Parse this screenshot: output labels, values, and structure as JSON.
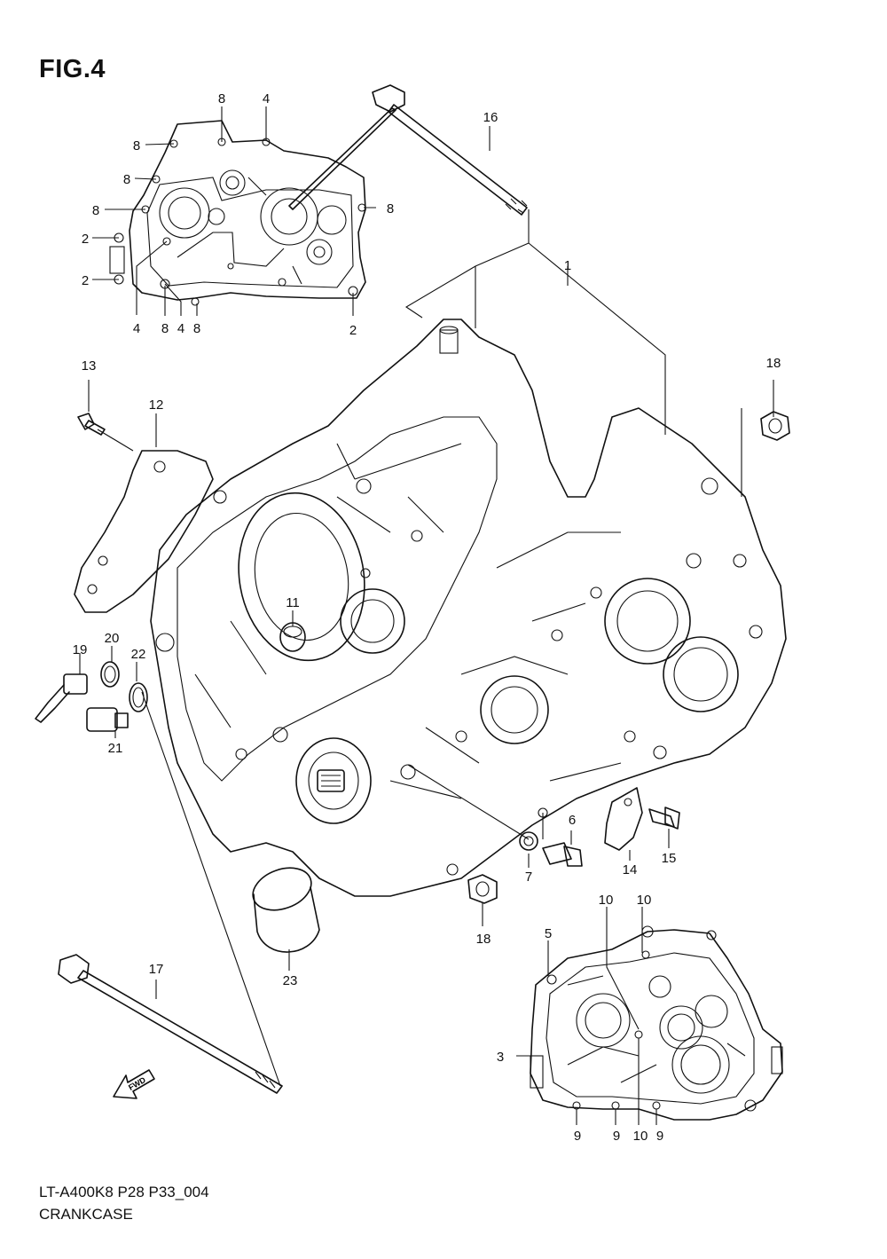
{
  "figure": {
    "title": "FIG.4"
  },
  "footer": {
    "code": "LT-A400K8 P28 P33_004",
    "name": "CRANKCASE"
  },
  "arrow": {
    "text": "FWD"
  },
  "callouts": [
    {
      "id": "c8a",
      "text": "8"
    },
    {
      "id": "c4a",
      "text": "4"
    },
    {
      "id": "c8b",
      "text": "8"
    },
    {
      "id": "c8c",
      "text": "8"
    },
    {
      "id": "c8d",
      "text": "8"
    },
    {
      "id": "c8e",
      "text": "8"
    },
    {
      "id": "c2a",
      "text": "2"
    },
    {
      "id": "c2b",
      "text": "2"
    },
    {
      "id": "c4b",
      "text": "4"
    },
    {
      "id": "c8f",
      "text": "8"
    },
    {
      "id": "c4c",
      "text": "4"
    },
    {
      "id": "c8g",
      "text": "8"
    },
    {
      "id": "c2c",
      "text": "2"
    },
    {
      "id": "c16",
      "text": "16"
    },
    {
      "id": "c1",
      "text": "1"
    },
    {
      "id": "c13",
      "text": "13"
    },
    {
      "id": "c12",
      "text": "12"
    },
    {
      "id": "c18a",
      "text": "18"
    },
    {
      "id": "c11",
      "text": "11"
    },
    {
      "id": "c19",
      "text": "19"
    },
    {
      "id": "c20",
      "text": "20"
    },
    {
      "id": "c22",
      "text": "22"
    },
    {
      "id": "c21",
      "text": "21"
    },
    {
      "id": "c6",
      "text": "6"
    },
    {
      "id": "c7",
      "text": "7"
    },
    {
      "id": "c14",
      "text": "14"
    },
    {
      "id": "c15",
      "text": "15"
    },
    {
      "id": "c18b",
      "text": "18"
    },
    {
      "id": "c10a",
      "text": "10"
    },
    {
      "id": "c10b",
      "text": "10"
    },
    {
      "id": "c5",
      "text": "5"
    },
    {
      "id": "c17",
      "text": "17"
    },
    {
      "id": "c23",
      "text": "23"
    },
    {
      "id": "c3",
      "text": "3"
    },
    {
      "id": "c9a",
      "text": "9"
    },
    {
      "id": "c9b",
      "text": "9"
    },
    {
      "id": "c10c",
      "text": "10"
    },
    {
      "id": "c9c",
      "text": "9"
    }
  ]
}
